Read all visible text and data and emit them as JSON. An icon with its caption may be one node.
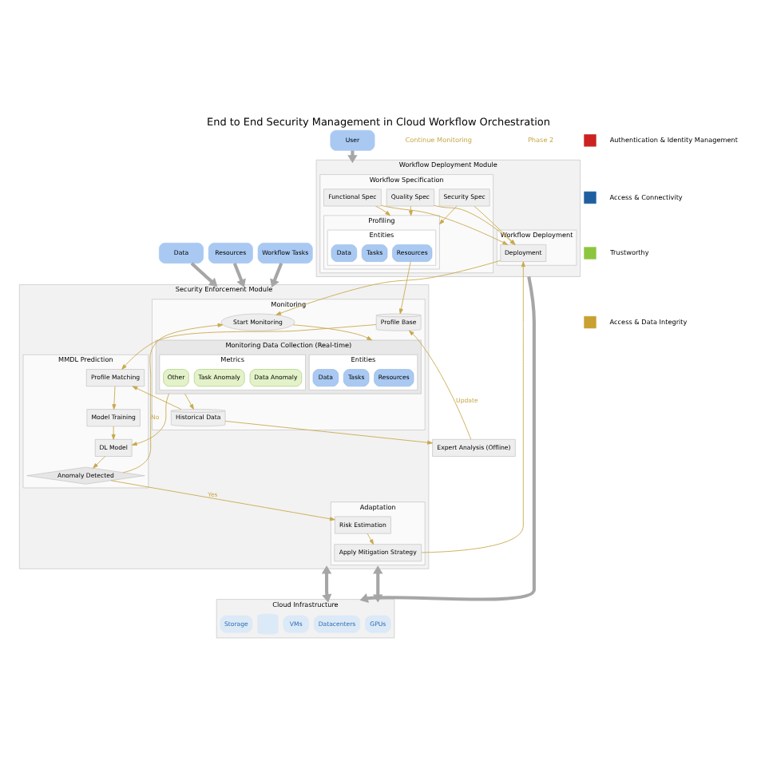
{
  "diagram": {
    "title": "End to End Security Management in Cloud Workflow Orchestration",
    "nodes": [
      {
        "text": [
          "User"
        ]
      },
      {
        "text": [
          "Resources"
        ]
      },
      {
        "text": [
          "Workflow Tasks"
        ]
      },
      {
        "text": [
          "Data"
        ]
      },
      {
        "text": [
          "Workflow Deployment Module"
        ]
      },
      {
        "text": [
          "Workflow Specification"
        ],
        "in": 4
      },
      {
        "text": [
          "Functional Spec"
        ],
        "in": 5
      },
      {
        "text": [
          "Quality Spec"
        ],
        "in": 5
      },
      {
        "text": [
          "Security Spec"
        ],
        "in": 5
      },
      {
        "text": [
          "Profiling"
        ],
        "in": 5
      },
      {
        "text": [
          "Entities"
        ],
        "in": 9
      },
      {
        "text": [
          "Resources"
        ],
        "in": 10
      },
      {
        "text": [
          "Tasks"
        ],
        "in": 10
      },
      {
        "text": [
          "Data"
        ],
        "in": 10
      },
      {
        "text": [
          "Workflow Deployment"
        ],
        "in": 4
      },
      {
        "text": [
          "Deployment"
        ],
        "in": 14
      },
      {
        "text": [
          "Security Enforcement Module"
        ]
      },
      {
        "text": [
          "Monitoring"
        ],
        "in": 16
      },
      {
        "text": [
          "Start Monitoring"
        ],
        "in": 17
      },
      {
        "text": [
          "Monitoring Data Collection (Real-time)"
        ],
        "in": 17
      },
      {
        "text": [
          "Entities"
        ],
        "in": 19
      },
      {
        "text": [
          "Resources"
        ],
        "in": 20
      },
      {
        "text": [
          "Tasks"
        ],
        "in": 20
      },
      {
        "text": [
          "Data"
        ],
        "in": 20
      },
      {
        "text": [
          "Metrics"
        ],
        "in": 19
      },
      {
        "text": [
          "Data Anomaly"
        ],
        "in": 24
      },
      {
        "text": [
          "Task Anomaly"
        ],
        "in": 24
      },
      {
        "text": [
          "Other"
        ],
        "in": 24
      },
      {
        "text": [
          "Profile Base"
        ],
        "in": 17
      },
      {
        "text": [
          "Historical Data"
        ],
        "in": 17
      },
      {
        "text": [
          "Expert Analysis (Offline)"
        ]
      },
      {
        "text": [
          "MMDL Prediction"
        ],
        "in": 16
      },
      {
        "text": [
          "DL Model"
        ],
        "in": 31
      },
      {
        "text": [
          "Model Training"
        ],
        "in": 31
      },
      {
        "text": [
          "Profile Matching"
        ],
        "in": 31
      },
      {
        "text": [
          "Anomaly Detected"
        ],
        "in": 31
      },
      {
        "text": [
          "Adaptation"
        ],
        "in": 16
      },
      {
        "text": [
          "Apply Mitigation Strategy"
        ],
        "in": 36
      },
      {
        "text": [
          "Risk Estimation"
        ],
        "in": 36
      },
      {
        "text": [
          "Cloud Infrastructure"
        ]
      },
      {
        "text": [
          "Datacenters"
        ],
        "in": 39
      },
      {
        "text": [
          "GPUs"
        ],
        "in": 39
      },
      {
        "text": [
          "VMs"
        ],
        "in": 39
      },
      {
        "text": [],
        "shape": "cylinder",
        "in": 39
      },
      {
        "text": [
          "Storage"
        ],
        "in": 39
      }
    ],
    "edges": [
      {
        "from": 0,
        "to": 4,
        "arrow": "to",
        "style": "thick",
        "color": "#a6a6a6"
      },
      {
        "from": 1,
        "to": 16,
        "arrow": "to",
        "style": "thick",
        "color": "#a6a6a6"
      },
      {
        "from": 2,
        "to": 16,
        "arrow": "to",
        "style": "thick",
        "color": "#a6a6a6"
      },
      {
        "from": 3,
        "to": 16,
        "arrow": "to",
        "style": "thick",
        "color": "#a6a6a6"
      },
      {
        "from": 6,
        "to": 15,
        "arrow": "to"
      },
      {
        "from": 7,
        "to": 15,
        "arrow": "to"
      },
      {
        "from": 8,
        "to": 15,
        "arrow": "to"
      },
      {
        "from": 6,
        "to": 9,
        "arrow": "to"
      },
      {
        "from": 7,
        "to": 9,
        "arrow": "to"
      },
      {
        "from": 8,
        "to": 9,
        "arrow": "to"
      },
      {
        "from": 11,
        "to": 28,
        "arrow": "to"
      },
      {
        "from": 15,
        "to": 18,
        "arrow": "to"
      },
      {
        "from": 37,
        "to": 15,
        "arrow": "to"
      },
      {
        "from": 18,
        "to": 19,
        "arrow": "to"
      },
      {
        "from": 19,
        "to": 32,
        "arrow": "to"
      },
      {
        "from": 19,
        "to": 29,
        "arrow": "to"
      },
      {
        "from": 28,
        "to": 34,
        "arrow": "to"
      },
      {
        "from": 29,
        "to": 34,
        "arrow": "to"
      },
      {
        "from": 29,
        "to": 30,
        "arrow": "to"
      },
      {
        "from": 30,
        "to": 28,
        "arrow": "to",
        "label": "Update"
      },
      {
        "from": 34,
        "to": 33,
        "arrow": "to"
      },
      {
        "from": 33,
        "to": 32,
        "arrow": "to"
      },
      {
        "from": 32,
        "to": 35,
        "arrow": "to"
      },
      {
        "from": 35,
        "to": 18,
        "arrow": "to",
        "label": "No"
      },
      {
        "from": 35,
        "to": 38,
        "arrow": "to",
        "label": "Yes"
      },
      {
        "from": 38,
        "to": 37,
        "arrow": "to"
      },
      {
        "from": 4,
        "to": 39,
        "arrow": "to",
        "style": "thick",
        "color": "#a6a6a6"
      },
      {
        "from": 16,
        "to": 39,
        "arrow": "both",
        "style": "thick",
        "color": "#a6a6a6"
      },
      {
        "from": 16,
        "to": 39,
        "arrow": "both",
        "style": "thick",
        "color": "#a6a6a6"
      }
    ],
    "labels": [
      "Continue Monitoring",
      "Phase 2"
    ],
    "legend": [
      {
        "text": "Authentication & Identity Management",
        "color": "#cc2222"
      },
      {
        "text": "Access & Connectivity",
        "color": "#1f5f9f"
      },
      {
        "text": "Trustworthy",
        "color": "#8cc63f"
      },
      {
        "text": "Access & Data Integrity",
        "color": "#c9a032"
      }
    ]
  }
}
